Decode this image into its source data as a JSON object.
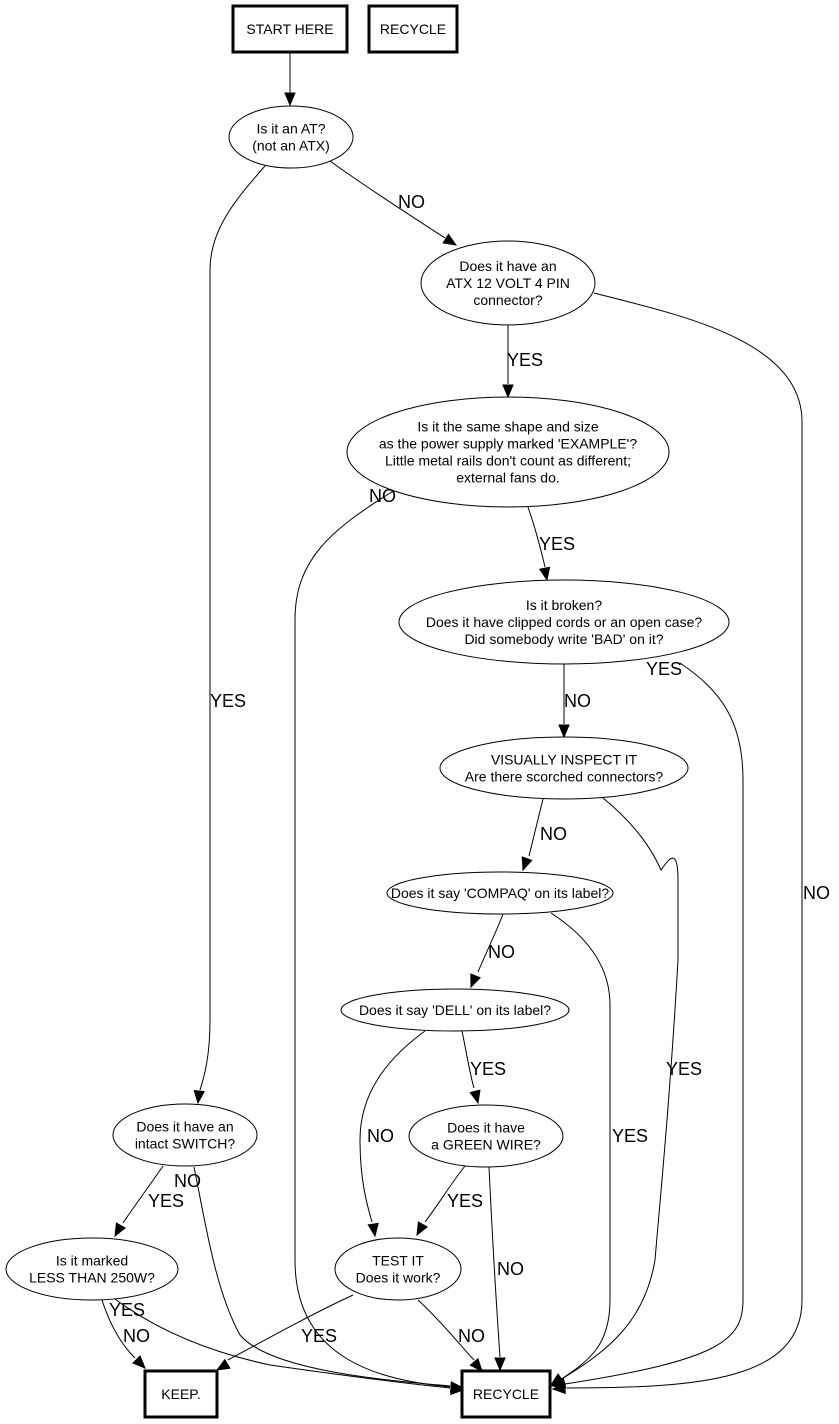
{
  "title": "Power supply sorting flowchart",
  "nodes": [
    {
      "id": "start",
      "shape": "box",
      "lines": [
        "START HERE"
      ]
    },
    {
      "id": "recycle_top",
      "shape": "box",
      "lines": [
        "RECYCLE"
      ]
    },
    {
      "id": "is_at",
      "shape": "ellipse",
      "lines": [
        "Is it an AT?",
        "(not an ATX)"
      ]
    },
    {
      "id": "atx12v",
      "shape": "ellipse",
      "lines": [
        "Does it have an",
        "ATX 12 VOLT 4 PIN",
        "connector?"
      ]
    },
    {
      "id": "same_shape",
      "shape": "ellipse",
      "lines": [
        "Is it the same shape and size",
        "as the power supply marked 'EXAMPLE'?",
        "Little metal rails don't count as different;",
        "external fans do."
      ]
    },
    {
      "id": "broken",
      "shape": "ellipse",
      "lines": [
        "Is it broken?",
        "Does it have clipped cords or an open case?",
        "Did somebody write 'BAD' on it?"
      ]
    },
    {
      "id": "inspect",
      "shape": "ellipse",
      "lines": [
        "VISUALLY INSPECT IT",
        "Are there scorched connectors?"
      ]
    },
    {
      "id": "compaq",
      "shape": "ellipse",
      "lines": [
        "Does it say 'COMPAQ' on its label?"
      ]
    },
    {
      "id": "dell",
      "shape": "ellipse",
      "lines": [
        "Does it say 'DELL' on its label?"
      ]
    },
    {
      "id": "switch",
      "shape": "ellipse",
      "lines": [
        "Does it have an",
        "intact SWITCH?"
      ]
    },
    {
      "id": "green",
      "shape": "ellipse",
      "lines": [
        "Does it have",
        "a GREEN WIRE?"
      ]
    },
    {
      "id": "lt250",
      "shape": "ellipse",
      "lines": [
        "Is it marked",
        "LESS THAN 250W?"
      ]
    },
    {
      "id": "test",
      "shape": "ellipse",
      "lines": [
        "TEST IT",
        "Does it work?"
      ]
    },
    {
      "id": "keep",
      "shape": "box",
      "lines": [
        "KEEP."
      ]
    },
    {
      "id": "recycle",
      "shape": "box",
      "lines": [
        "RECYCLE"
      ]
    }
  ],
  "edges": [
    {
      "from": "start",
      "to": "is_at",
      "label": ""
    },
    {
      "from": "is_at",
      "to": "atx12v",
      "label": "NO"
    },
    {
      "from": "is_at",
      "to": "switch",
      "label": "YES"
    },
    {
      "from": "atx12v",
      "to": "same_shape",
      "label": "YES"
    },
    {
      "from": "atx12v",
      "to": "recycle",
      "label": "NO"
    },
    {
      "from": "same_shape",
      "to": "broken",
      "label": "YES"
    },
    {
      "from": "same_shape",
      "to": "recycle",
      "label": "NO"
    },
    {
      "from": "broken",
      "to": "inspect",
      "label": "NO"
    },
    {
      "from": "broken",
      "to": "recycle",
      "label": "YES"
    },
    {
      "from": "inspect",
      "to": "compaq",
      "label": "NO"
    },
    {
      "from": "inspect",
      "to": "recycle",
      "label": "YES"
    },
    {
      "from": "compaq",
      "to": "dell",
      "label": "NO"
    },
    {
      "from": "compaq",
      "to": "recycle",
      "label": "YES"
    },
    {
      "from": "dell",
      "to": "green",
      "label": "YES"
    },
    {
      "from": "dell",
      "to": "test",
      "label": "NO"
    },
    {
      "from": "green",
      "to": "test",
      "label": "YES"
    },
    {
      "from": "green",
      "to": "recycle",
      "label": "NO"
    },
    {
      "from": "switch",
      "to": "lt250",
      "label": "YES"
    },
    {
      "from": "switch",
      "to": "recycle",
      "label": "NO"
    },
    {
      "from": "lt250",
      "to": "keep",
      "label": "NO"
    },
    {
      "from": "lt250",
      "to": "recycle",
      "label": "YES"
    },
    {
      "from": "test",
      "to": "keep",
      "label": "YES"
    },
    {
      "from": "test",
      "to": "recycle",
      "label": "NO"
    }
  ]
}
